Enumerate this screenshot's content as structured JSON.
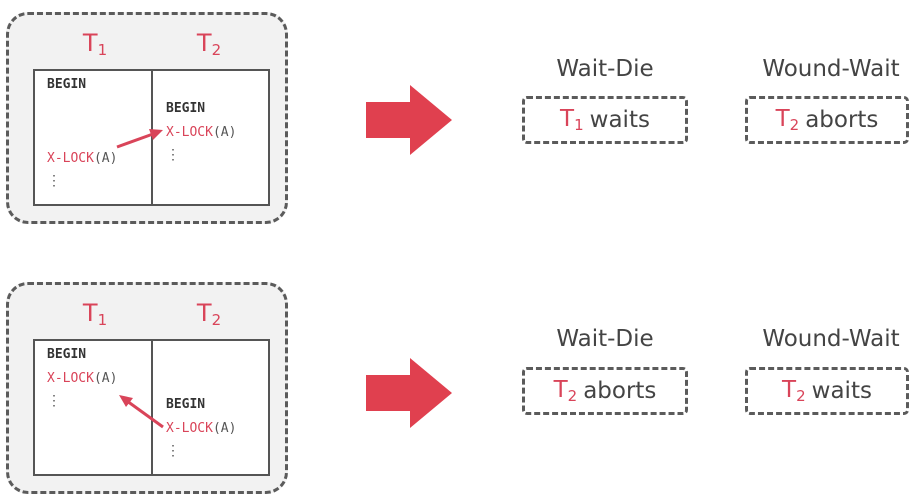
{
  "colors": {
    "accent": "#d94459",
    "border": "#5b5b5b",
    "panel": "#f2f2f2",
    "text": "#444444"
  },
  "scenarios": [
    {
      "t1": {
        "letter": "T",
        "sub": "1"
      },
      "t2": {
        "letter": "T",
        "sub": "2"
      },
      "t1_stmts": {
        "begin": "BEGIN",
        "lock": "X-LOCK",
        "arg": "(A)",
        "dots": "⋮"
      },
      "t2_stmts": {
        "begin": "BEGIN",
        "lock": "X-LOCK",
        "arg": "(A)",
        "dots": "⋮"
      },
      "wait_die": {
        "title": "Wait-Die",
        "t": "T",
        "sub": "1",
        "action": "waits"
      },
      "wound_wait": {
        "title": "Wound-Wait",
        "t": "T",
        "sub": "2",
        "action": "aborts"
      }
    },
    {
      "t1": {
        "letter": "T",
        "sub": "1"
      },
      "t2": {
        "letter": "T",
        "sub": "2"
      },
      "t1_stmts": {
        "begin": "BEGIN",
        "lock": "X-LOCK",
        "arg": "(A)",
        "dots": "⋮"
      },
      "t2_stmts": {
        "begin": "BEGIN",
        "lock": "X-LOCK",
        "arg": "(A)",
        "dots": "⋮"
      },
      "wait_die": {
        "title": "Wait-Die",
        "t": "T",
        "sub": "2",
        "action": "aborts"
      },
      "wound_wait": {
        "title": "Wound-Wait",
        "t": "T",
        "sub": "2",
        "action": "waits"
      }
    }
  ]
}
